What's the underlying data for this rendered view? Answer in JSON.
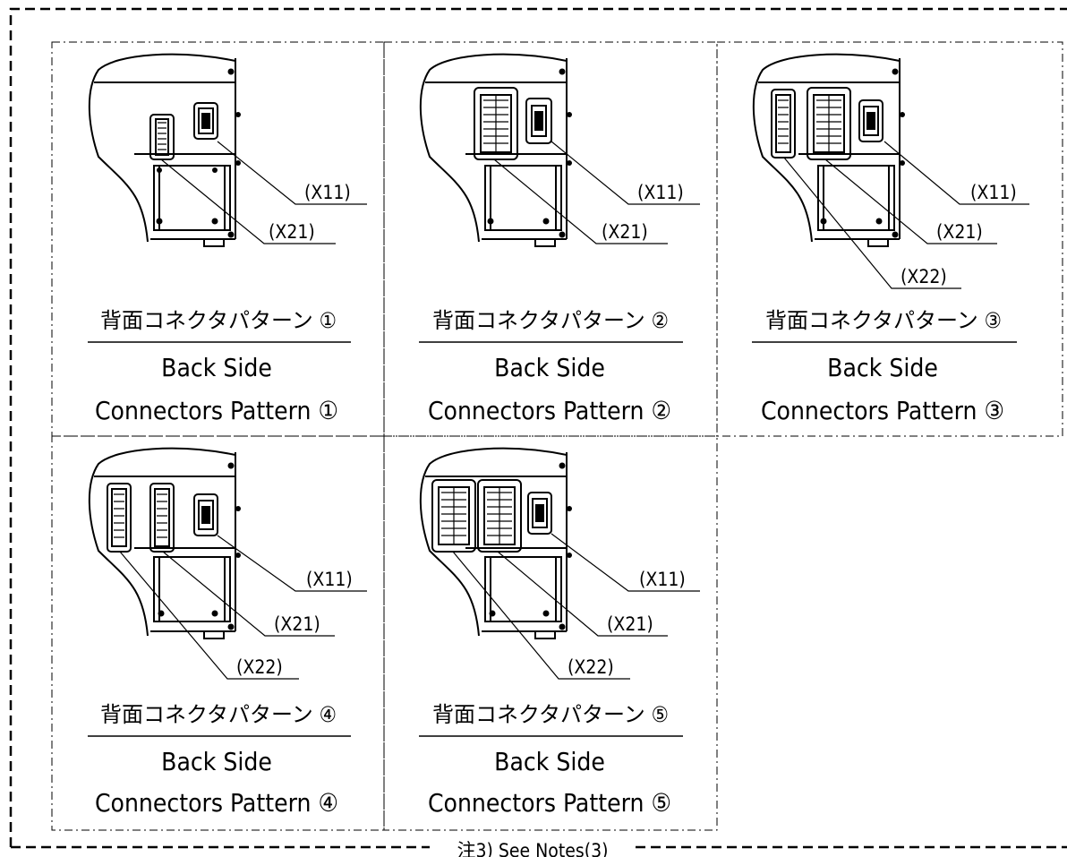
{
  "footer_note": "注3) See Notes(3)",
  "panels": [
    {
      "pattern_no": "①",
      "title_jp": "背面コネクタパターン ①",
      "title_en_1": "Back Side",
      "title_en_2": "Connectors Pattern ①",
      "connectors": [
        "X11",
        "X21"
      ],
      "callouts": [
        "(X11)",
        "(X21)"
      ]
    },
    {
      "pattern_no": "②",
      "title_jp": "背面コネクタパターン ②",
      "title_en_1": "Back Side",
      "title_en_2": "Connectors Pattern ②",
      "connectors": [
        "X11",
        "X21"
      ],
      "callouts": [
        "(X11)",
        "(X21)"
      ]
    },
    {
      "pattern_no": "③",
      "title_jp": "背面コネクタパターン ③",
      "title_en_1": "Back Side",
      "title_en_2": "Connectors Pattern ③",
      "connectors": [
        "X11",
        "X21",
        "X22"
      ],
      "callouts": [
        "(X11)",
        "(X21)",
        "(X22)"
      ]
    },
    {
      "pattern_no": "④",
      "title_jp": "背面コネクタパターン ④",
      "title_en_1": "Back Side",
      "title_en_2": "Connectors Pattern ④",
      "connectors": [
        "X11",
        "X21",
        "X22"
      ],
      "callouts": [
        "(X11)",
        "(X21)",
        "(X22)"
      ]
    },
    {
      "pattern_no": "⑤",
      "title_jp": "背面コネクタパターン ⑤",
      "title_en_1": "Back Side",
      "title_en_2": "Connectors Pattern ⑤",
      "connectors": [
        "X11",
        "X21",
        "X22"
      ],
      "callouts": [
        "(X11)",
        "(X21)",
        "(X22)"
      ]
    }
  ]
}
